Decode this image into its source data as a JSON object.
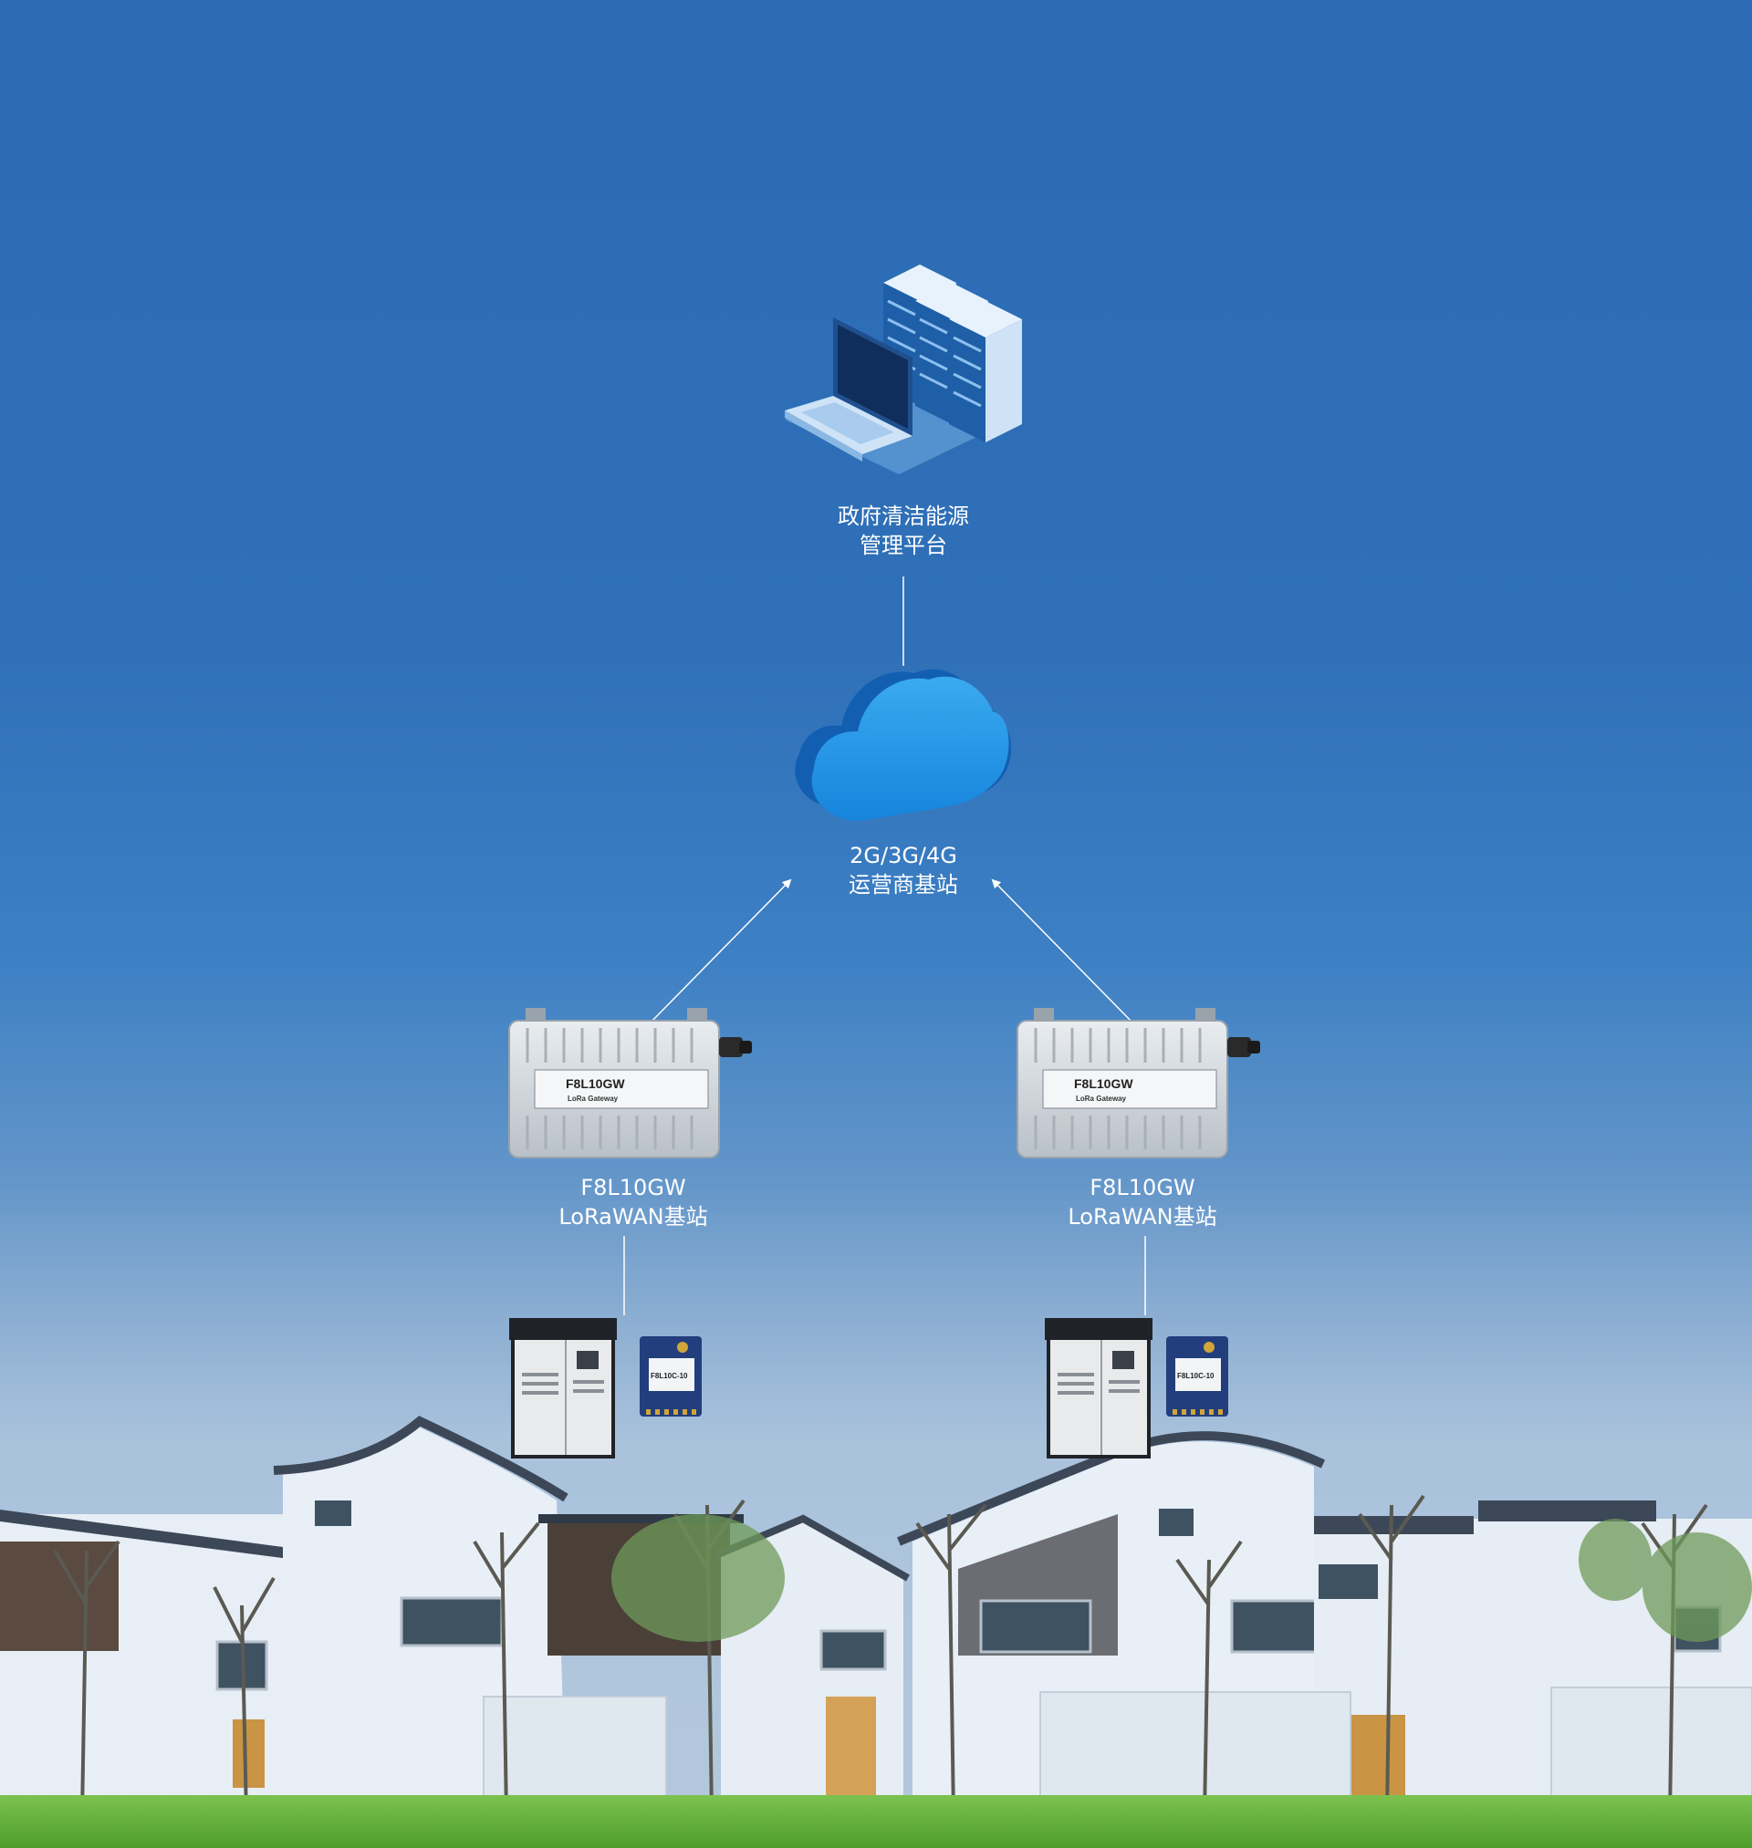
{
  "diagram": {
    "platform": {
      "line1": "政府清洁能源",
      "line2": "管理平台"
    },
    "cloud": {
      "line1": "2G/3G/4G",
      "line2": "运营商基站"
    },
    "gateways": [
      {
        "line1": "F8L10GW",
        "line2": "LoRaWAN基站",
        "plate_title": "F8L10GW",
        "plate_sub": "LoRa Gateway"
      },
      {
        "line1": "F8L10GW",
        "line2": "LoRaWAN基站",
        "plate_title": "F8L10GW",
        "plate_sub": "LoRa Gateway"
      }
    ],
    "terminals": [
      {
        "module_label": "F8L10C-10"
      },
      {
        "module_label": "F8L10C-10"
      }
    ],
    "colors": {
      "accent": "#1f8ee0",
      "line": "#ffffff",
      "sky_top": "#2c6bb4",
      "sky_bottom": "#b5c8dc",
      "grass": "#5fae3a"
    }
  }
}
